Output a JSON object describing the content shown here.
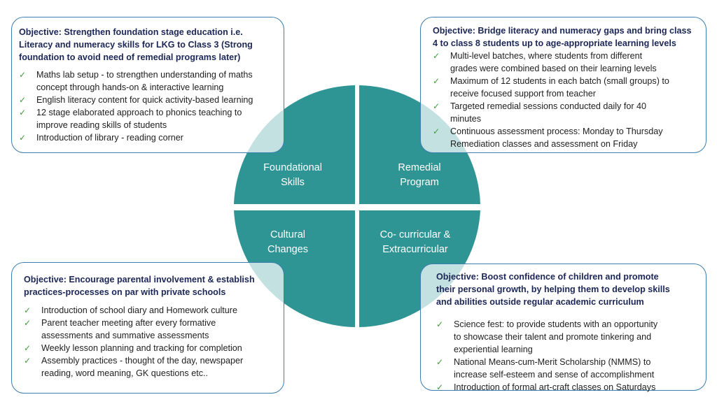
{
  "colors": {
    "quadrant_fill": "#2e9494",
    "box_border": "#3a7fb0",
    "objective_text": "#1c2757",
    "check": "#3f9d3b"
  },
  "icons": {
    "bullet": "check-icon"
  },
  "quadrants": {
    "top_left": [
      "Foundational",
      "Skills"
    ],
    "top_right": [
      "Remedial",
      "Program"
    ],
    "bottom_left": [
      "Cultural",
      "Changes"
    ],
    "bottom_right": [
      "Co- curricular &",
      "Extracurricular"
    ]
  },
  "boxes": {
    "top_left": {
      "objective": [
        "Objective: Strengthen foundation stage education i.e.",
        "Literacy and numeracy skills for LKG to Class 3 (Strong",
        "foundation to avoid need of remedial programs later)"
      ],
      "items": [
        [
          "Maths lab setup - to strengthen understanding of maths",
          "concept through hands-on & interactive learning"
        ],
        [
          "English literacy content for quick activity-based learning"
        ],
        [
          "12 stage elaborated approach to phonics teaching to",
          "improve reading skills of students"
        ],
        [
          "Introduction of library - reading corner"
        ]
      ]
    },
    "top_right": {
      "objective": [
        "Objective: Bridge literacy and numeracy gaps and bring class",
        "4 to class 8 students up to age-appropriate learning levels"
      ],
      "items": [
        [
          "Multi-level batches, where students from different",
          "grades were combined based on their learning  levels"
        ],
        [
          "Maximum of 12 students in each batch (small groups) to",
          "receive focused support from teacher"
        ],
        [
          "Targeted remedial sessions conducted daily for 40",
          "minutes"
        ],
        [
          "Continuous assessment process: Monday to Thursday",
          "Remediation classes and assessment on Friday"
        ]
      ]
    },
    "bottom_left": {
      "objective": [
        "Objective: Encourage parental involvement &  establish",
        "practices-processes on par with private schools"
      ],
      "items": [
        [
          "Introduction of school diary and Homework culture"
        ],
        [
          "Parent teacher meeting after every formative",
          "assessments  and summative assessments"
        ],
        [
          "Weekly lesson planning and tracking for completion"
        ],
        [
          "Assembly practices - thought of the day, newspaper",
          "reading, word meaning, GK questions etc.."
        ]
      ]
    },
    "bottom_right": {
      "objective": [
        "Objective:  Boost confidence of children and promote",
        "their personal growth, by helping them to develop skills",
        "and abilities outside regular academic curriculum"
      ],
      "items": [
        [
          "Science fest: to provide students with an opportunity",
          "to showcase their talent and promote tinkering and",
          "experiential learning"
        ],
        [
          "National Means-cum-Merit Scholarship (NMMS) to",
          "increase self-esteem and sense of accomplishment"
        ],
        [
          "Introduction of formal art-craft classes on Saturdays"
        ]
      ]
    }
  }
}
